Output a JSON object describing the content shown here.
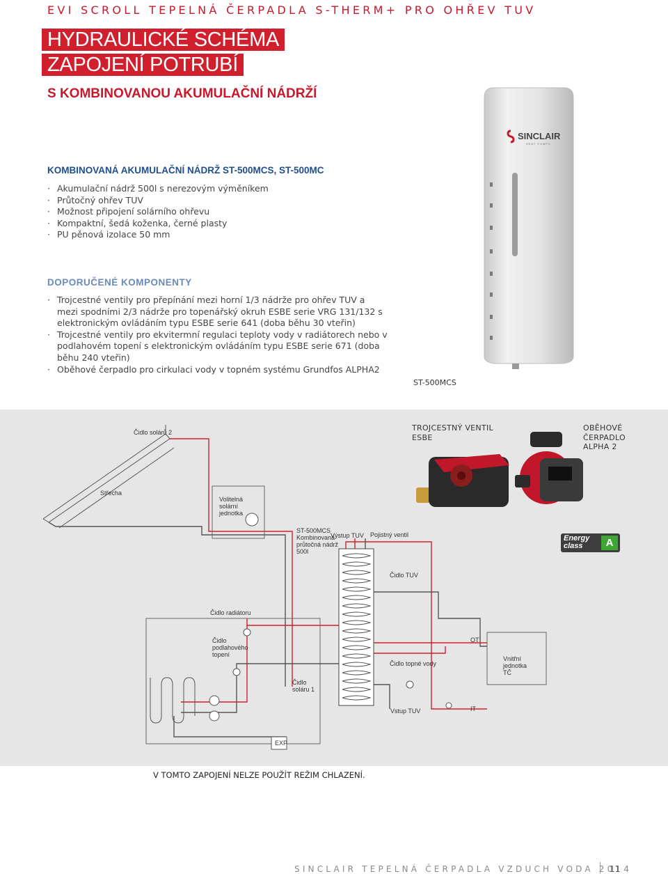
{
  "header": {
    "series_title": "EVI SCROLL TEPELNÁ ČERPADLA S-THERM+ PRO OHŘEV TUV",
    "title_line1": "HYDRAULICKÉ SCHÉMA",
    "title_line2": "ZAPOJENÍ POTRUBÍ",
    "subtitle": "S KOMBINOVANOU AKUMULAČNÍ NÁDRŽÍ"
  },
  "tank_section": {
    "heading": "KOMBINOVANÁ AKUMULAČNÍ NÁDRŽ ST-500MCS, ST-500MC",
    "bullets": [
      "Akumulační nádrž 500l  s nerezovým výměníkem",
      "Průtočný ohřev TUV",
      "Možnost připojení solárního ohřevu",
      "Kompaktní, šedá koženka, černé plasty",
      "PU pěnová izolace 50 mm"
    ]
  },
  "components_section": {
    "heading": "DOPORUČENÉ KOMPONENTY",
    "bullets": [
      "Trojcestné ventily pro přepínání mezi horní 1/3 nádrže pro ohřev TUV a mezi spodními 2/3 nádrže pro topenářský okruh ESBE serie VRG 131/132 s elektronickým ovládáním typu ESBE serie 641 (doba běhu 30 vteřin)",
      "Trojcestné ventily pro ekvitermní regulaci teploty vody v radiátorech nebo v podlahovém topení s elektronickým ovládáním typu ESBE serie 671 (doba běhu 240 vteřin)",
      "Oběhové čerpadlo pro cirkulaci vody v topném systému Grundfos ALPHA2"
    ]
  },
  "tank_image": {
    "caption": "ST-500MCS",
    "brand": "SINCLAIR",
    "brand_sub": "HEAT PUMPS",
    "brand_color": "#c9182b",
    "tank_color": "#e4e4e4"
  },
  "diagram": {
    "background": "#e6e6e6",
    "pipe_hot": "#d0202e",
    "pipe_cold": "#555555",
    "labels": {
      "sensor_solar2": "Čidlo solárů 2",
      "roof": "Střecha",
      "solar_unit": "Volitelná\nsolární\njednotka",
      "tank": "ST-500MCS\nKombinovaná\nprůtočná nádrž\n500l",
      "dhw_out": "Výstup TUV",
      "safety_valve": "Pojistný ventil",
      "sensor_dhw": "Čidlo TUV",
      "sensor_radiator": "Čidlo radiátoru",
      "sensor_floor": "Čidlo\npodlahového\ntopení",
      "ot": "OT",
      "sensor_heating": "Čidlo topné vody",
      "indoor_unit": "Vnitřní\njednotka\nTČ",
      "sensor_solar1": "Čidlo\nsoláru 1",
      "dhw_in": "Vstup TUV",
      "it": "IT",
      "exp": "EXP"
    },
    "valve_label": "TROJCESTNÝ VENTIL\nESBE",
    "pump_label": "OBĚHOVÉ\nČERPADLO\nALPHA 2",
    "energy_label": "Energy\nclass",
    "energy_class": "A"
  },
  "note": "V TOMTO ZAPOJENÍ NELZE POUŽÍT REŽIM CHLAZENÍ.",
  "footer": {
    "text": "SINCLAIR TEPELNÁ ČERPADLA VZDUCH VODA 2014",
    "page": "11"
  }
}
